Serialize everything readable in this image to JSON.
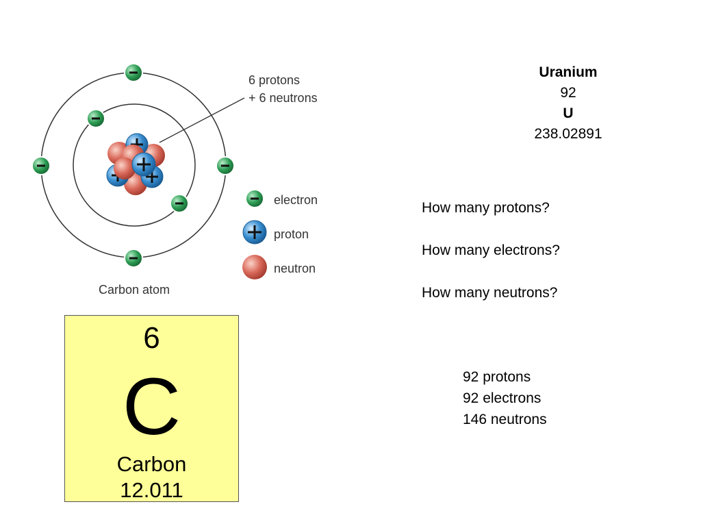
{
  "diagram": {
    "nucleus_label_line1": "6 protons",
    "nucleus_label_line2": "+ 6 neutrons",
    "legend": {
      "electron": "electron",
      "proton": "proton",
      "neutron": "neutron"
    },
    "caption": "Carbon atom",
    "colors": {
      "electron": "#2e9e55",
      "proton": "#3a8fd0",
      "neutron": "#d9695a",
      "orbit": "#333333"
    }
  },
  "uranium": {
    "name": "Uranium",
    "number": "92",
    "symbol": "U",
    "mass": "238.02891"
  },
  "questions": {
    "q1": "How many protons?",
    "q2": "How many electrons?",
    "q3": "How many neutrons?"
  },
  "answers": {
    "a1": "92 protons",
    "a2": "92 electrons",
    "a3": "146 neutrons"
  },
  "carbon_tile": {
    "number": "6",
    "symbol": "C",
    "name": "Carbon",
    "mass": "12.011",
    "background": "#ffff99"
  }
}
